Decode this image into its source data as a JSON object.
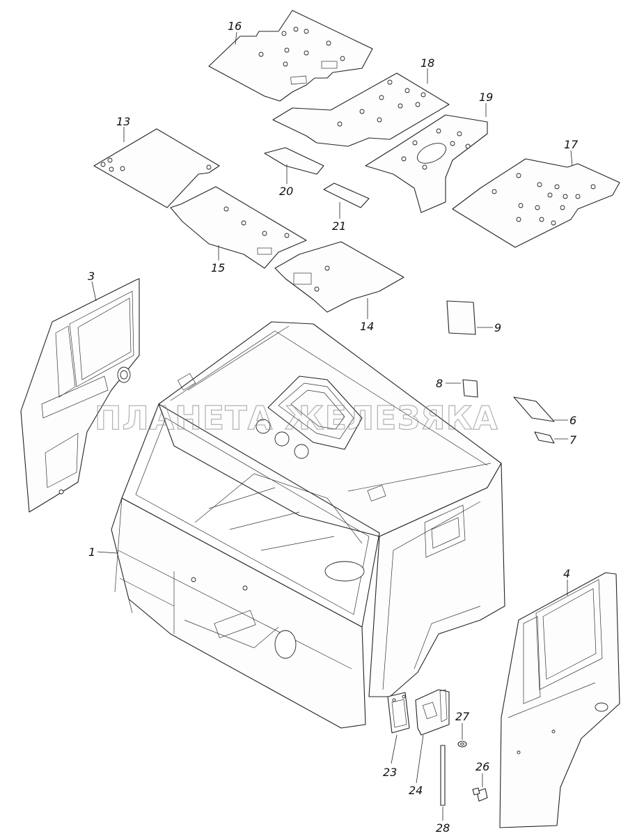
{
  "watermark": "ПЛАНЕТА ЖЕЛЕЗЯКА",
  "callouts": {
    "n1": "1",
    "n3": "3",
    "n4": "4",
    "n6": "6",
    "n7": "7",
    "n8": "8",
    "n9": "9",
    "n13": "13",
    "n14": "14",
    "n15": "15",
    "n16": "16",
    "n17": "17",
    "n18": "18",
    "n19": "19",
    "n20": "20",
    "n21": "21",
    "n23": "23",
    "n24": "24",
    "n26": "26",
    "n27": "27",
    "n28": "28"
  }
}
